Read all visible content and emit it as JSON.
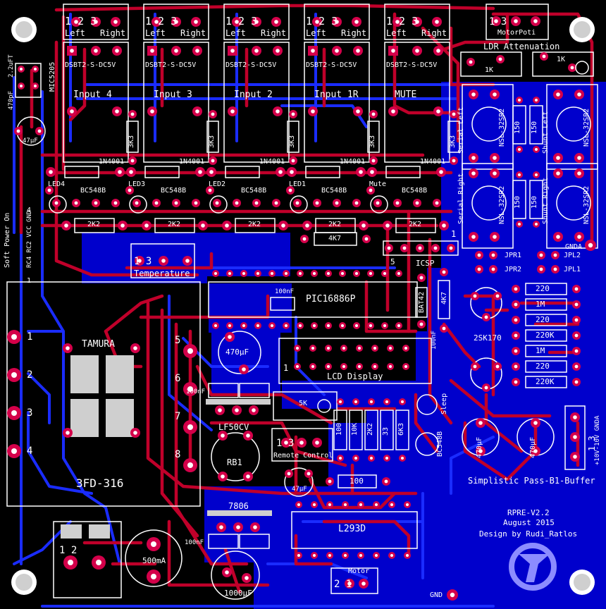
{
  "colors": {
    "background": "#000000",
    "pour": "#0000cc",
    "trace_top": "#c0002a",
    "trace_bottom": "#1a2cff",
    "pad": "#d4004a",
    "silk": "#ffffff",
    "logo": "#8c8cff"
  },
  "relays": [
    {
      "pins": "1 2 3",
      "left": "Left",
      "right": "Right",
      "part": "DSBT2-S-DC5V",
      "name": "Input 4",
      "resistor": "3K3",
      "diode": "1N4001",
      "transistor": "BC548B",
      "led": "LED4"
    },
    {
      "pins": "1 2 3",
      "left": "Left",
      "right": "Right",
      "part": "DSBT2-S-DC5V",
      "name": "Input 3",
      "resistor": "3K3",
      "diode": "1N4001",
      "transistor": "BC548B",
      "led": "LED3"
    },
    {
      "pins": "1 2 3",
      "left": "Left",
      "right": "Right",
      "part": "DSBT2-S-DC5V",
      "name": "Input 2",
      "resistor": "3K3",
      "diode": "1N4001",
      "transistor": "BC548B",
      "led": "LED2"
    },
    {
      "pins": "1 2 3",
      "left": "Left",
      "right": "Right",
      "part": "DSBT2-S-DC5V",
      "name": "Input 1R",
      "resistor": "3K3",
      "diode": "1N4001",
      "transistor": "BC548B",
      "led": "LED1"
    },
    {
      "pins": "1 2 3",
      "left": "Left",
      "right": "Right",
      "part": "DSBT2-S-DC5V",
      "name": "MUTE",
      "resistor": "3K3",
      "diode": "1N4001",
      "transistor": "BC548B",
      "led": "Mute"
    }
  ],
  "labels": {
    "motorpoti_pins": "1    3",
    "motorpoti": "MotorPoti",
    "ldr_attenuation": "LDR Attenuation",
    "ldr_1k_a": "1K",
    "ldr_1k_b": "1K",
    "r_2k2": "2K2",
    "r_4k7": "4K7",
    "mic5205": "MIC5205",
    "cap_22uf": "2.2uFT",
    "cap_470pf": "470pF",
    "cap_47uf": "47µF",
    "serial_left": "Serial Left",
    "shunt_left": "Shunt Left",
    "serial_right": "Serial Right",
    "shunt_right": "Shunt Right",
    "nsl_a": "NSL-32SR2",
    "nsl_b": "NSL-32SR2",
    "nsl_c": "NSL-32SR2",
    "nsl_d": "NSL-32SR2",
    "r150": "150",
    "soft_power_pins": "4",
    "soft_power": "Soft Power On",
    "soft_power_sig": "RC4 RC2 VCC GND",
    "soft_power_one": "1",
    "temp_pins": "1        3",
    "temperature": "Temperature",
    "icsp_5": "5",
    "icsp": "ICSP",
    "icsp_1": "1",
    "jpr1": "JPR1",
    "jpr2": "JPR2",
    "jpl1": "JPL1",
    "jpl2": "JPL2",
    "gnda": "GNDA",
    "pic": "PIC16886P",
    "cap_100nf": "100nF",
    "bat": "BAT42",
    "r_4k7b": "4K7",
    "res_col": [
      "220",
      "1M",
      "220",
      "220K",
      "1M",
      "220",
      "220K"
    ],
    "jfet": "2SK170",
    "tamura": "TAMURA",
    "tr_part": "3FD-316",
    "tr_pins": [
      "1",
      "2",
      "3",
      "4"
    ],
    "tr_right": [
      "5",
      "6",
      "7",
      "8"
    ],
    "cap_470uf": "470µF",
    "lcd": "LCD Display",
    "lcd_one": "1",
    "pot_5k": "5K",
    "cap_100nf_b": "100nF",
    "cap_100nf_c": "100nF",
    "lf50": "LF50CV",
    "rb1": "RB1",
    "remote": "Remote Control",
    "remote_pins": "1       3",
    "r_row": [
      "100",
      "10K",
      "2K2",
      "33",
      "6K3"
    ],
    "sleep": "Sleep",
    "bc548b": "BC548B",
    "cap_47uf_b": "47µF",
    "r_100": "100",
    "cap_470uf_b": "470µF",
    "cap_470uf_c": "470µF",
    "gnd_pins": "1    3",
    "gnd_sig": "+10V-10V GNDA",
    "buffer": "Simplistic Pass-B1-Buffer",
    "r7806": "7806",
    "cap_100nf_d": "100nF",
    "l293d": "L293D",
    "terminal": "1    2",
    "fuse": "500mA",
    "cap_1000uf": "1000µF",
    "motor": "Motor",
    "motor_pins": "2    1",
    "gnd": "GND",
    "credit1": "RPRE-V2.2",
    "credit2": "August 2015",
    "credit3": "Design by Rudi_Ratlos"
  }
}
